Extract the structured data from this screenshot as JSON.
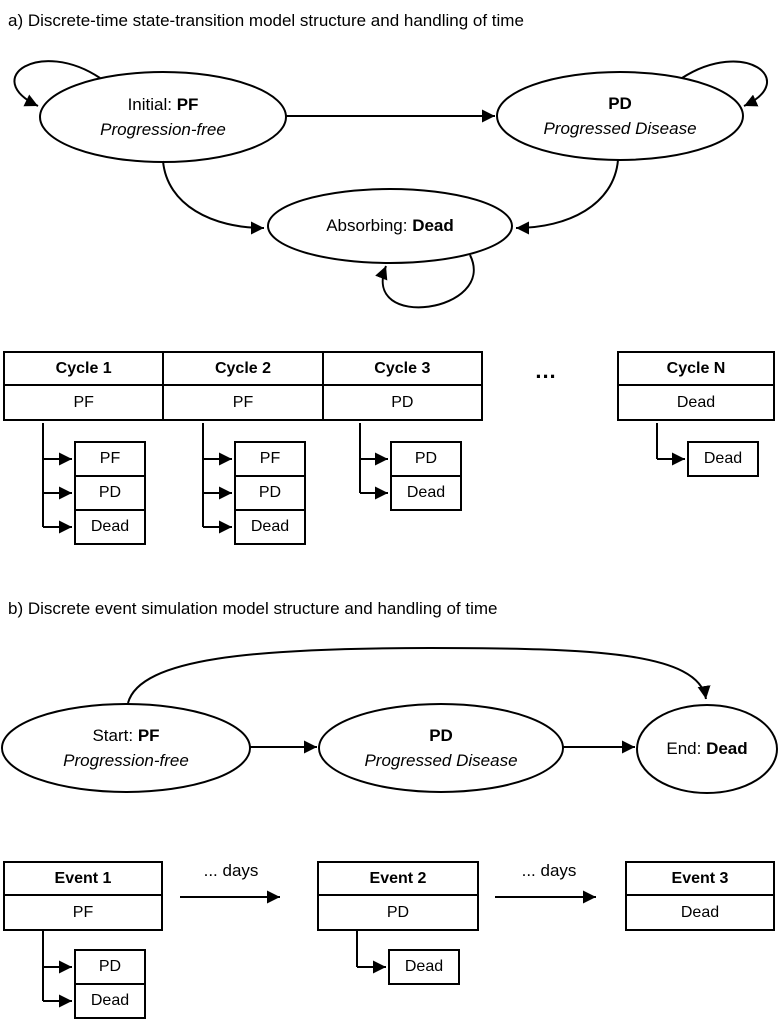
{
  "colors": {
    "stroke": "#000000",
    "background": "#ffffff"
  },
  "sections": {
    "a": {
      "title": "a) Discrete-time state-transition model structure and handling of time",
      "states": {
        "pf": {
          "prefix": "Initial: ",
          "code": "PF",
          "subtitle": "Progression-free"
        },
        "pd": {
          "prefix": "",
          "code": "PD",
          "subtitle": "Progressed Disease"
        },
        "dead": {
          "prefix": "Absorbing: ",
          "code": "Dead"
        }
      },
      "ellipsis": "...",
      "cycles": [
        {
          "label": "Cycle 1",
          "state": "PF",
          "transitions": [
            "PF",
            "PD",
            "Dead"
          ]
        },
        {
          "label": "Cycle 2",
          "state": "PF",
          "transitions": [
            "PF",
            "PD",
            "Dead"
          ]
        },
        {
          "label": "Cycle 3",
          "state": "PD",
          "transitions": [
            "PD",
            "Dead"
          ]
        },
        {
          "label": "Cycle N",
          "state": "Dead",
          "transitions": [
            "Dead"
          ]
        }
      ]
    },
    "b": {
      "title": "b) Discrete event simulation model structure and handling of time",
      "states": {
        "start": {
          "prefix": "Start: ",
          "code": "PF",
          "subtitle": "Progression-free"
        },
        "pd": {
          "prefix": "",
          "code": "PD",
          "subtitle": "Progressed Disease"
        },
        "end": {
          "prefix": "End: ",
          "code": "Dead"
        }
      },
      "interval_label": "... days",
      "events": [
        {
          "label": "Event 1",
          "state": "PF",
          "transitions": [
            "PD",
            "Dead"
          ]
        },
        {
          "label": "Event 2",
          "state": "PD",
          "transitions": [
            "Dead"
          ]
        },
        {
          "label": "Event 3",
          "state": "Dead",
          "transitions": []
        }
      ]
    }
  }
}
